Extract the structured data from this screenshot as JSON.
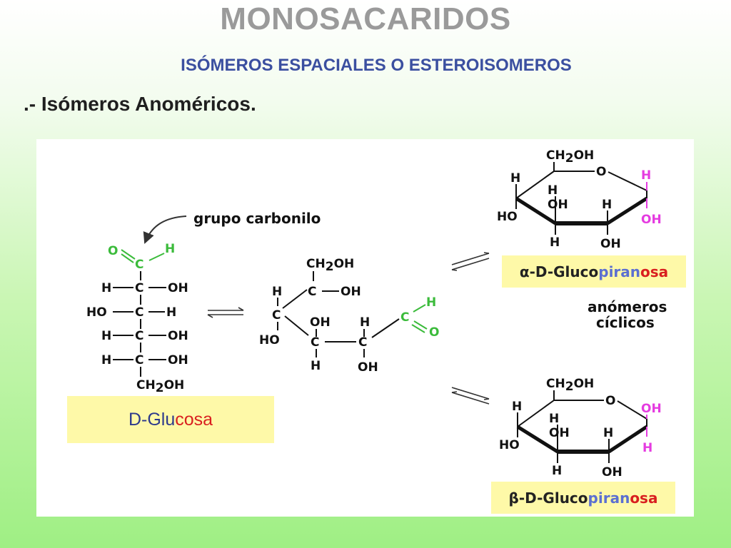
{
  "title": "MONOSACARIDOS",
  "subtitle": "ISÓMEROS ESPACIALES O ESTEROISOMEROS",
  "section": ".- Isómeros Anoméricos.",
  "annotations": {
    "carbonyl_label": "grupo carbonilo",
    "anomers_line1": "anómeros",
    "anomers_line2": "cíclicos"
  },
  "labels": {
    "d_glucose": {
      "part1": "D-Glu",
      "part2": "cosa"
    },
    "alpha": {
      "part1": "α-D-Gluco",
      "part2": "piran",
      "part3": "osa"
    },
    "beta": {
      "part1": "β-D-Gluco",
      "part2": "piran",
      "part3": "osa"
    }
  },
  "atoms": {
    "O": "O",
    "H": "H",
    "C": "C",
    "OH": "OH",
    "HO": "HO",
    "CH2OH": {
      "base": "CH",
      "sub": "2",
      "end": "OH"
    }
  },
  "colors": {
    "title": "#9a9a9a",
    "subtitle": "#3b4fa0",
    "carbonyl": "#3bbb3b",
    "anomeric": "#e53be0",
    "label_background": "#fef9a8"
  }
}
